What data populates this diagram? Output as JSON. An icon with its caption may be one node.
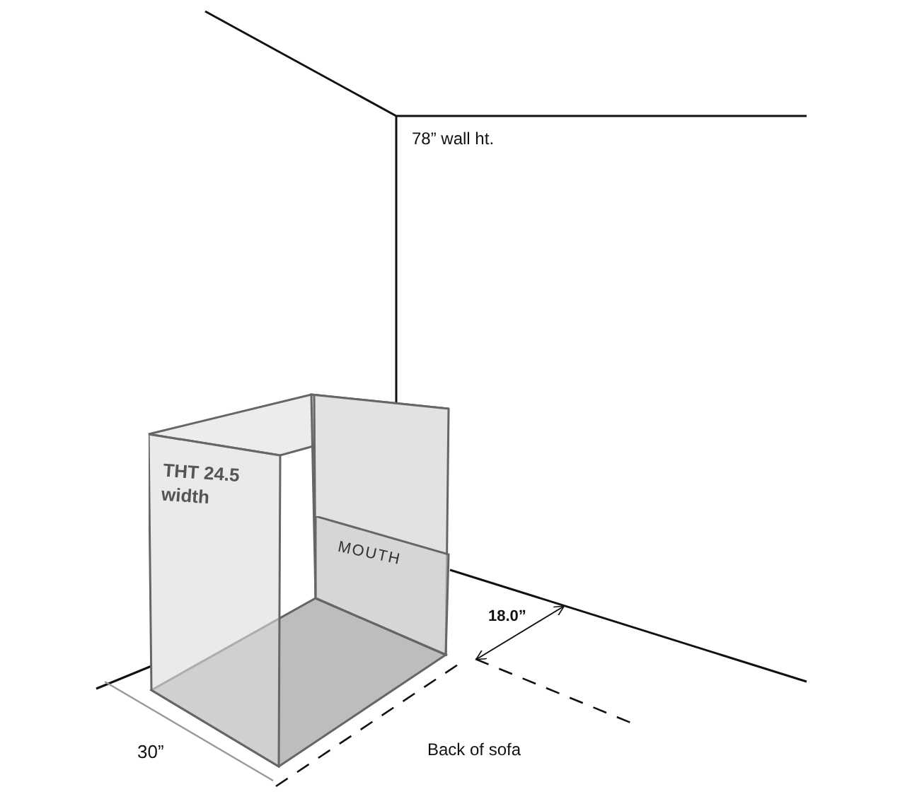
{
  "diagram": {
    "nodes": [
      {
        "text": [
          "THT 24.5 width"
        ]
      },
      {
        "text": [
          "MOUTH"
        ]
      }
    ],
    "labels": [
      "78” wall ht.",
      "18.0”",
      "30”",
      "Back of sofa"
    ]
  }
}
